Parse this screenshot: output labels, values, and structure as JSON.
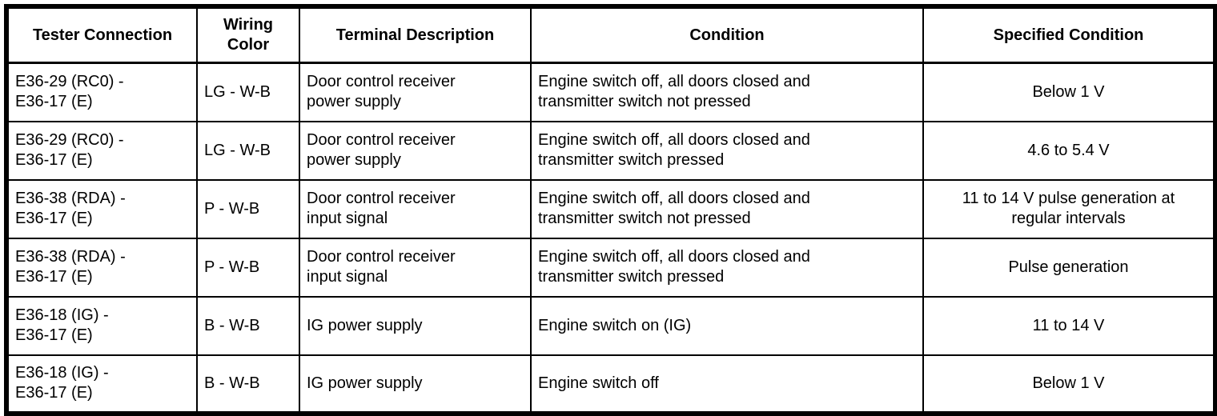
{
  "page": {
    "background_color": "#ffffff",
    "border_color": "#000000",
    "text_color": "#000000"
  },
  "table": {
    "headers": [
      "Tester Connection",
      "Wiring\nColor",
      "Terminal Description",
      "Condition",
      "Specified Condition"
    ],
    "rows": [
      [
        "E36-29 (RC0) -\nE36-17 (E)",
        "LG - W-B",
        "Door control receiver\npower supply",
        "Engine switch off, all doors closed and\ntransmitter switch not pressed",
        "Below 1 V"
      ],
      [
        "E36-29 (RC0) -\nE36-17 (E)",
        "LG - W-B",
        "Door control receiver\npower supply",
        "Engine switch off, all doors closed and\ntransmitter switch pressed",
        "4.6 to 5.4 V"
      ],
      [
        "E36-38 (RDA) -\nE36-17 (E)",
        "P - W-B",
        "Door control receiver\ninput signal",
        "Engine switch off, all doors closed and\ntransmitter switch not pressed",
        "11 to 14 V pulse generation at\nregular intervals"
      ],
      [
        "E36-38 (RDA) -\nE36-17 (E)",
        "P - W-B",
        "Door control receiver\ninput signal",
        "Engine switch off, all doors closed and\ntransmitter switch pressed",
        "Pulse generation"
      ],
      [
        "E36-18 (IG) -\nE36-17 (E)",
        "B - W-B",
        "IG power supply",
        "Engine switch on (IG)",
        "11 to 14 V"
      ],
      [
        "E36-18 (IG) -\nE36-17 (E)",
        "B - W-B",
        "IG power supply",
        "Engine switch off",
        "Below 1 V"
      ]
    ]
  }
}
